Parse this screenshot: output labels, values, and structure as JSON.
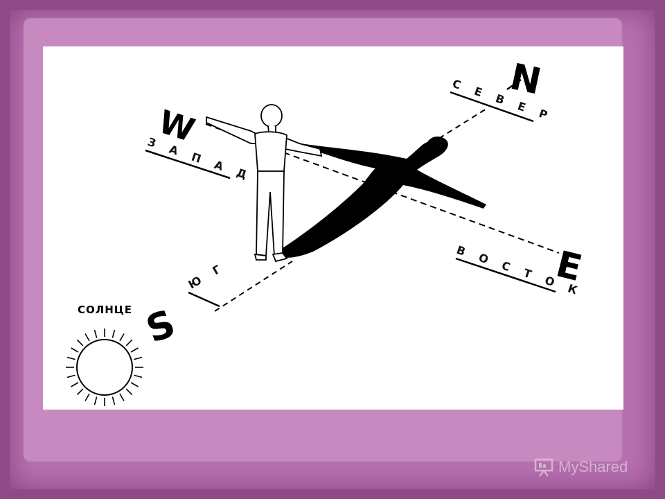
{
  "labels": {
    "north_letter": "N",
    "south_letter": "S",
    "east_letter": "E",
    "west_letter": "W",
    "north_word": "С Е В Е Р",
    "south_word": "Ю Г",
    "east_word": "В О С Т О К",
    "west_word": "З А П А Д",
    "sun": "СОЛНЦЕ"
  },
  "watermark": {
    "text": "MyShared"
  },
  "colors": {
    "outer_frame": "#8e4a86",
    "inner_frame": "#c68ac0",
    "card": "#ffffff",
    "ink": "#000000"
  }
}
